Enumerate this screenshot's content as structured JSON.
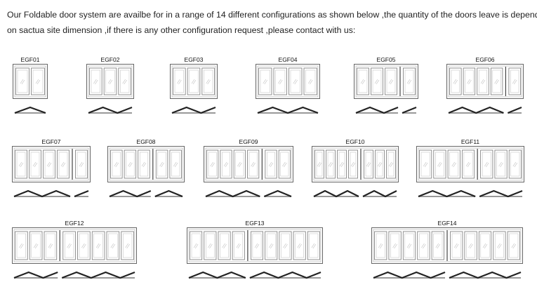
{
  "intro": {
    "line1": "Our Foldable door system are availbe for in a range of 14 different configurations as shown below ,the quantity of the doors leave is depend",
    "line2": "on sactua site dimension ,if there is any other configuration request ,please contact with us:"
  },
  "configurations": [
    {
      "code": "EGF01",
      "groups": [
        2
      ]
    },
    {
      "code": "EGF02",
      "groups": [
        3
      ]
    },
    {
      "code": "EGF03",
      "groups": [
        3
      ]
    },
    {
      "code": "EGF04",
      "groups": [
        4
      ]
    },
    {
      "code": "EGF05",
      "groups": [
        3,
        1
      ]
    },
    {
      "code": "EGF06",
      "groups": [
        4,
        1
      ]
    },
    {
      "code": "EGF07",
      "groups": [
        4,
        1
      ]
    },
    {
      "code": "EGF08",
      "groups": [
        3,
        2
      ]
    },
    {
      "code": "EGF09",
      "groups": [
        4,
        2
      ]
    },
    {
      "code": "EGF10",
      "groups": [
        4,
        3
      ]
    },
    {
      "code": "EGF11",
      "groups": [
        4,
        3
      ]
    },
    {
      "code": "EGF12",
      "groups": [
        3,
        5
      ]
    },
    {
      "code": "EGF13",
      "groups": [
        4,
        5
      ]
    },
    {
      "code": "EGF14",
      "groups": [
        5,
        5
      ]
    }
  ]
}
